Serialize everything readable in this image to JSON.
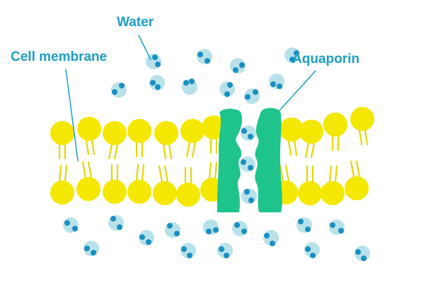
{
  "labels": {
    "water": "Water",
    "cell_membrane": "Cell membrane",
    "aquaporin": "Aquaporin"
  },
  "colors": {
    "label_text": "#1b9fc9",
    "lipid_head": "#f5e800",
    "lipid_tail": "#e4d700",
    "aquaporin": "#1ec48c",
    "water_oxygen": "#b8e2ea",
    "water_hydrogen": "#1a8fc2",
    "leader_line": "#1b9fc9"
  },
  "icons": {
    "water_molecule": "water-molecule-icon",
    "lipid": "phospholipid-icon",
    "channel": "aquaporin-channel"
  }
}
